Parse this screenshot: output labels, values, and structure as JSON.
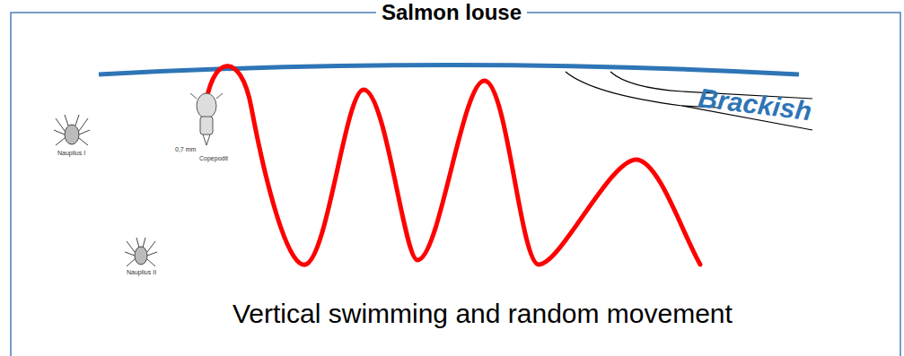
{
  "diagram": {
    "title": "Salmon louse",
    "caption": "Vertical swimming and random movement",
    "labels": [
      "Brackish",
      "Nauplius I",
      "0,7 mm",
      "Copepodit",
      "Nauplius II"
    ]
  }
}
